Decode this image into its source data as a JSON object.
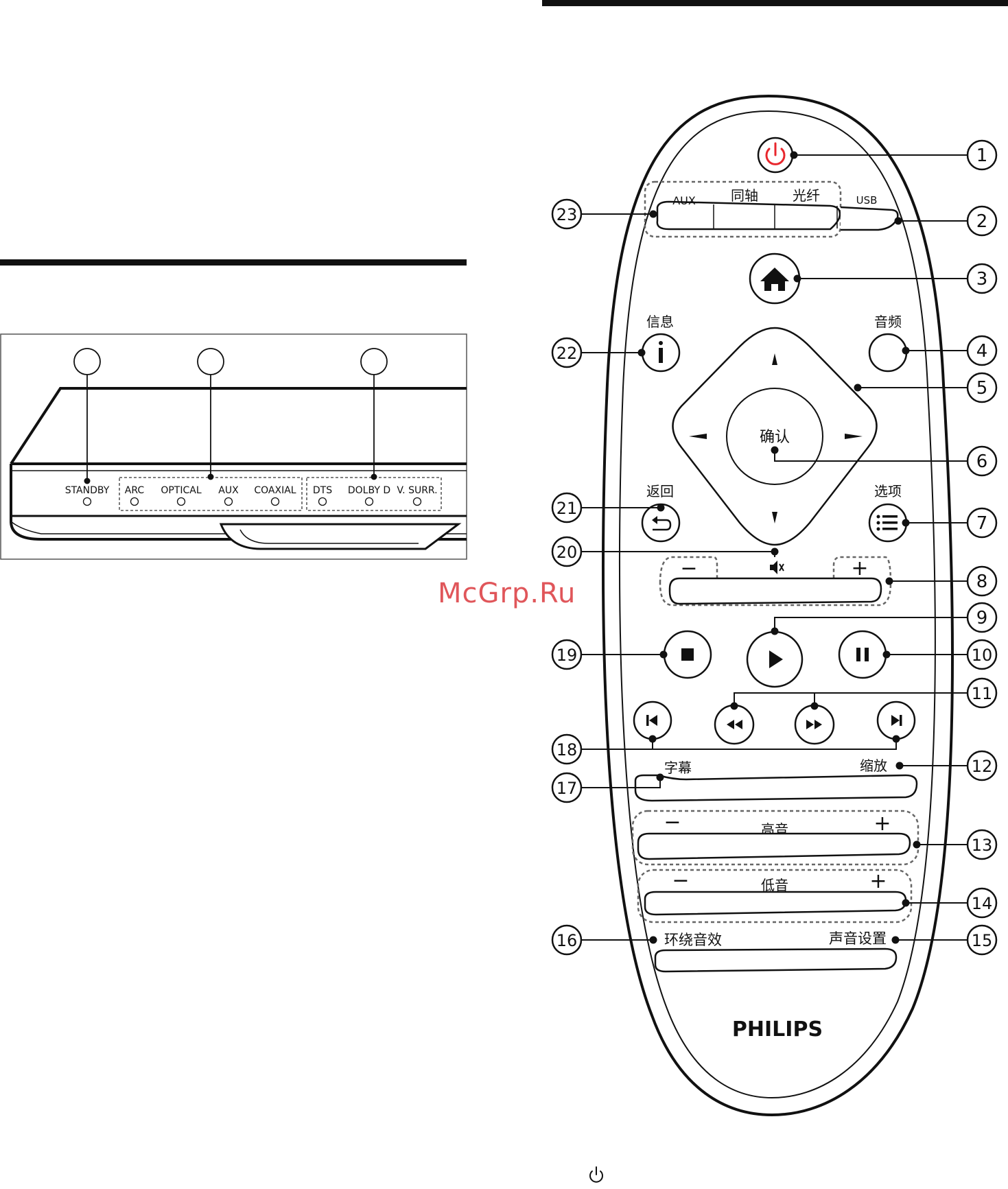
{
  "panel": {
    "indicators": [
      {
        "label": "STANDBY"
      },
      {
        "label": "ARC"
      },
      {
        "label": "OPTICAL"
      },
      {
        "label": "AUX"
      },
      {
        "label": "COAXIAL"
      },
      {
        "label": "DTS"
      },
      {
        "label": "DOLBY D"
      },
      {
        "label": "V. SURR."
      }
    ]
  },
  "remote": {
    "source_labels": {
      "aux": "AUX",
      "coaxial": "同轴",
      "optical": "光纤",
      "usb": "USB"
    },
    "info_label": "信息",
    "audio_label": "音频",
    "ok_label": "确认",
    "back_label": "返回",
    "options_label": "选项",
    "subtitle_label": "字幕",
    "zoom_label": "缩放",
    "treble_label": "高音",
    "bass_label": "低音",
    "surround_label": "环绕音效",
    "sound_settings_label": "声音设置",
    "minus": "−",
    "plus": "+",
    "brand": "PHILIPS"
  },
  "callouts": [
    "1",
    "2",
    "3",
    "4",
    "5",
    "6",
    "7",
    "8",
    "9",
    "10",
    "11",
    "12",
    "13",
    "14",
    "15",
    "16",
    "17",
    "18",
    "19",
    "20",
    "21",
    "22",
    "23"
  ],
  "watermark": "McGrp.Ru",
  "colors": {
    "power_icon": "#e8272d",
    "line": "#111111",
    "watermark": "#e0565a"
  },
  "footer_icon": "power-icon"
}
